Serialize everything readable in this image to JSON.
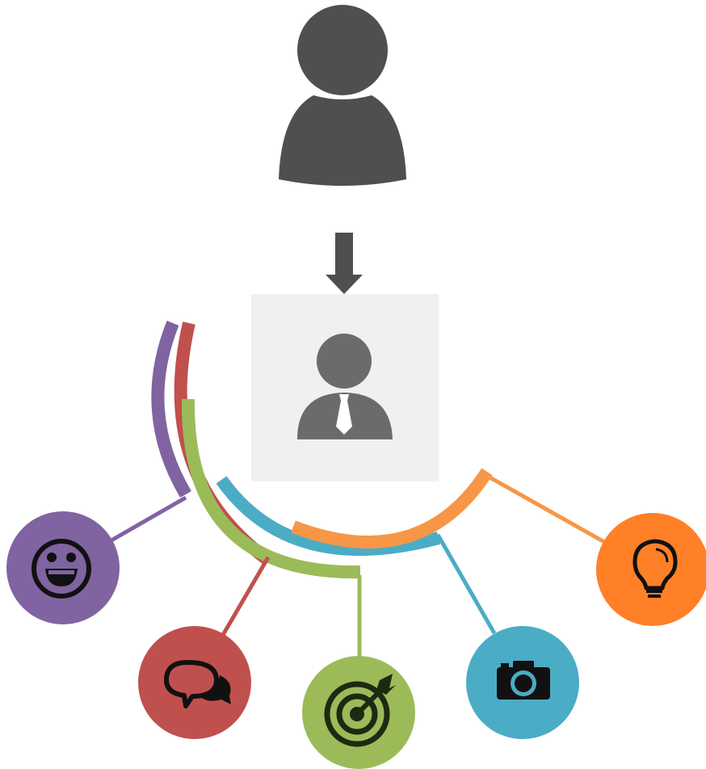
{
  "colors": {
    "user_silhouette": "#4f4f4f",
    "arrow": "#4f4f4f",
    "profile_box_bg": "#f0f0f0",
    "profile_silhouette": "#6b6b6b",
    "purple": "#8063a1",
    "red": "#c0504d",
    "green": "#9bbb59",
    "blue": "#4bacc6",
    "orange": "#f79646",
    "orange_circle": "#ff8027",
    "icon_ink": "#111111"
  },
  "nodes": [
    {
      "id": "smiley",
      "icon": "smiley-face-icon",
      "color": "purple"
    },
    {
      "id": "chat",
      "icon": "chat-bubbles-icon",
      "color": "red"
    },
    {
      "id": "target",
      "icon": "target-arrow-icon",
      "color": "green"
    },
    {
      "id": "camera",
      "icon": "camera-icon",
      "color": "blue"
    },
    {
      "id": "idea",
      "icon": "lightbulb-icon",
      "color": "orange"
    }
  ]
}
